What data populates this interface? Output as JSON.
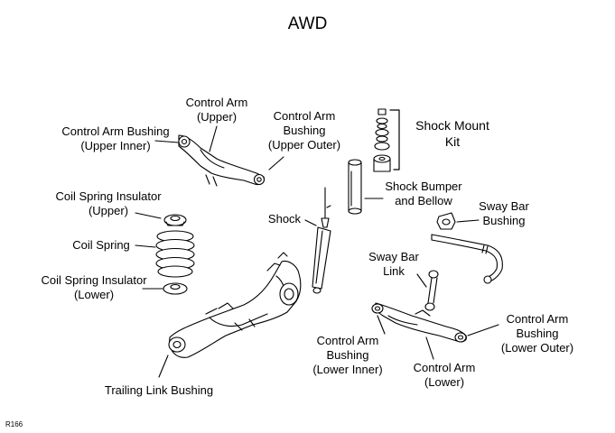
{
  "title": "AWD",
  "figure_code": "R166",
  "labels": {
    "control_arm_upper": [
      "Control Arm",
      "(Upper)"
    ],
    "control_arm_bushing_upper_inner": [
      "Control Arm Bushing",
      "(Upper Inner)"
    ],
    "control_arm_bushing_upper_outer": [
      "Control Arm",
      "Bushing",
      "(Upper Outer)"
    ],
    "shock_mount_kit": [
      "Shock Mount",
      "Kit"
    ],
    "shock_bumper_bellow": [
      "Shock Bumper",
      "and Bellow"
    ],
    "sway_bar_bushing": [
      "Sway Bar",
      "Bushing"
    ],
    "coil_spring_insulator_upper": [
      "Coil Spring Insulator",
      "(Upper)"
    ],
    "coil_spring": [
      "Coil Spring"
    ],
    "coil_spring_insulator_lower": [
      "Coil Spring Insulator",
      "(Lower)"
    ],
    "shock": [
      "Shock"
    ],
    "sway_bar_link": [
      "Sway Bar",
      "Link"
    ],
    "control_arm_bushing_lower_outer": [
      "Control Arm",
      "Bushing",
      "(Lower Outer)"
    ],
    "control_arm_bushing_lower_inner": [
      "Control Arm",
      "Bushing",
      "(Lower Inner)"
    ],
    "control_arm_lower": [
      "Control Arm",
      "(Lower)"
    ],
    "trailing_link_bushing": [
      "Trailing Link Bushing"
    ]
  }
}
